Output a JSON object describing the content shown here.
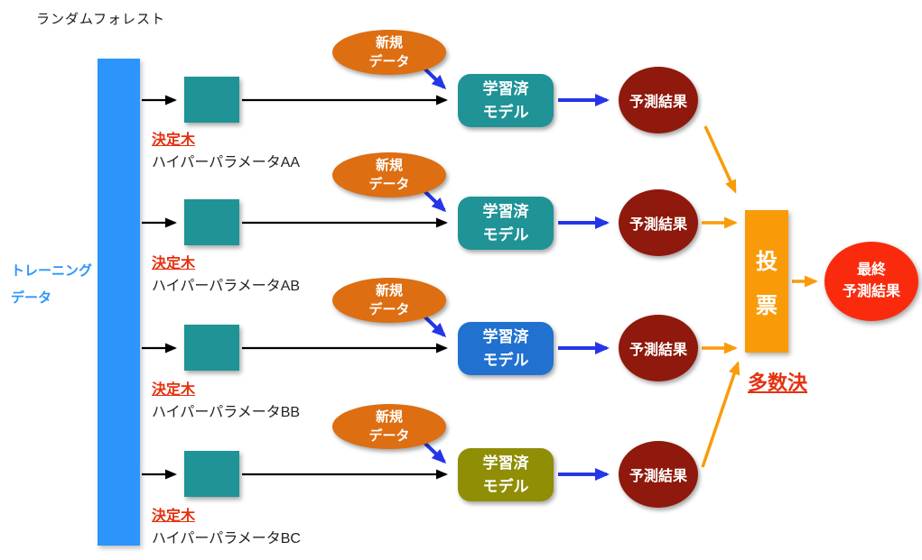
{
  "title": "ランダムフォレスト",
  "training_data": {
    "line1": "トレーニング",
    "line2": "データ"
  },
  "rows": [
    {
      "tree_label": "決定木",
      "param_label": "ハイパーパラメータAA",
      "new_data": {
        "line1": "新規",
        "line2": "データ"
      },
      "model": {
        "line1": "学習済",
        "line2": "モデル"
      },
      "result": "予測結果",
      "model_color": "#1f9396"
    },
    {
      "tree_label": "決定木",
      "param_label": "ハイパーパラメータAB",
      "new_data": {
        "line1": "新規",
        "line2": "データ"
      },
      "model": {
        "line1": "学習済",
        "line2": "モデル"
      },
      "result": "予測結果",
      "model_color": "#1f9396"
    },
    {
      "tree_label": "決定木",
      "param_label": "ハイパーパラメータBB",
      "new_data": {
        "line1": "新規",
        "line2": "データ"
      },
      "model": {
        "line1": "学習済",
        "line2": "モデル"
      },
      "result": "予測結果",
      "model_color": "#2171d0"
    },
    {
      "tree_label": "決定木",
      "param_label": "ハイパーパラメータBC",
      "new_data": {
        "line1": "新規",
        "line2": "データ"
      },
      "model": {
        "line1": "学習済",
        "line2": "モデル"
      },
      "result": "予測結果",
      "model_color": "#8f8e05"
    }
  ],
  "voting": {
    "char1": "投",
    "char2": "票",
    "annotation": "多数決"
  },
  "final_result": {
    "line1": "最終",
    "line2": "予測結果"
  },
  "colors": {
    "training_bar": "#2b95fb",
    "decision_tree_square": "#1f9396",
    "new_data_ellipse": "#de6e12",
    "prediction_circle": "#8f190c",
    "voting_box": "#f99b09",
    "final_circle": "#fa2b0d",
    "arrow_black": "#000000",
    "arrow_blue": "#2536e8",
    "arrow_orange": "#f99b09",
    "red_text": "#e5310f"
  }
}
